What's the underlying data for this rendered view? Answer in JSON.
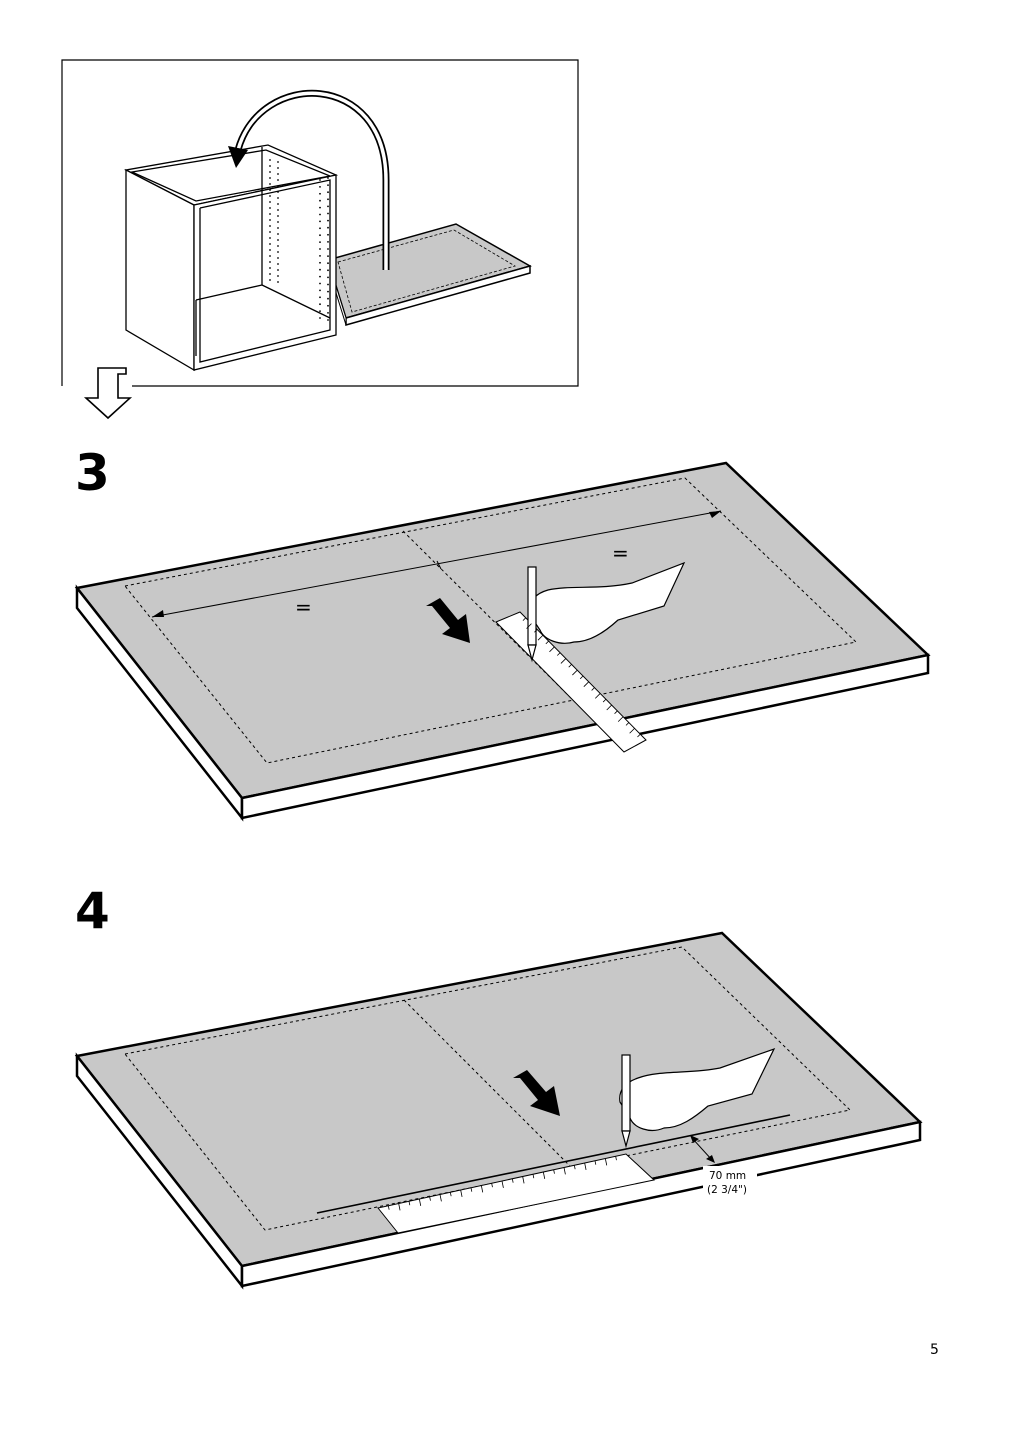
{
  "page": {
    "number": "5"
  },
  "steps": [
    {
      "number": "3",
      "labels": {
        "equal_left": "=",
        "equal_right": "="
      }
    },
    {
      "number": "4",
      "labels": {
        "dimension_mm": "70 mm",
        "dimension_in": "(2 3/4\")"
      }
    }
  ],
  "colors": {
    "panel_fill": "#c8c8c8",
    "line": "#000000",
    "background": "#ffffff"
  }
}
